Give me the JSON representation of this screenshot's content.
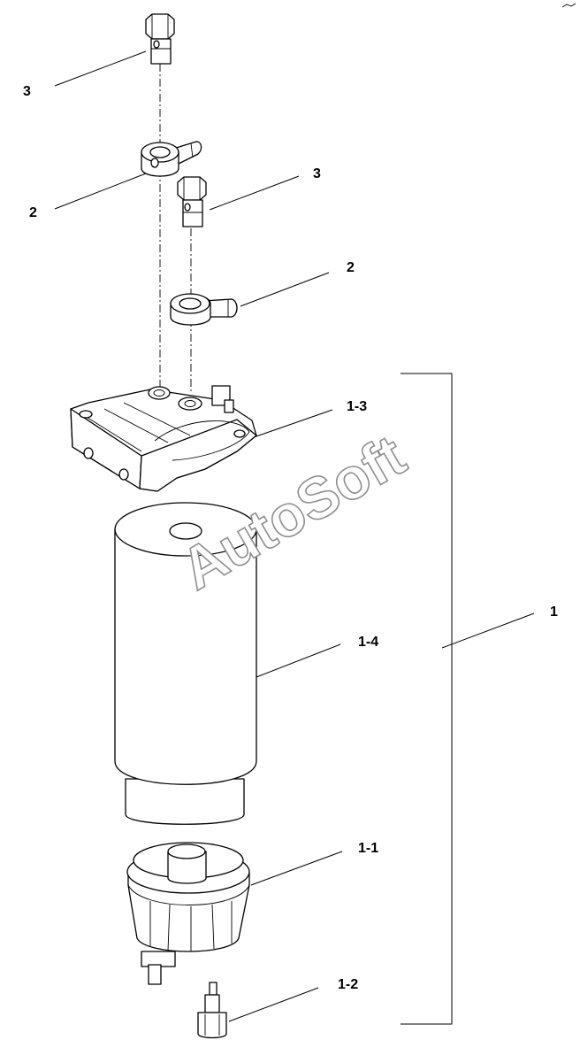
{
  "labels": {
    "bolt_top": "3",
    "banjo_top": "2",
    "bolt_mid": "3",
    "banjo_mid": "2",
    "head": "1-3",
    "filter": "1-4",
    "assembly": "1",
    "bowl": "1-1",
    "drain": "1-2"
  },
  "watermark": "AutoSoft"
}
